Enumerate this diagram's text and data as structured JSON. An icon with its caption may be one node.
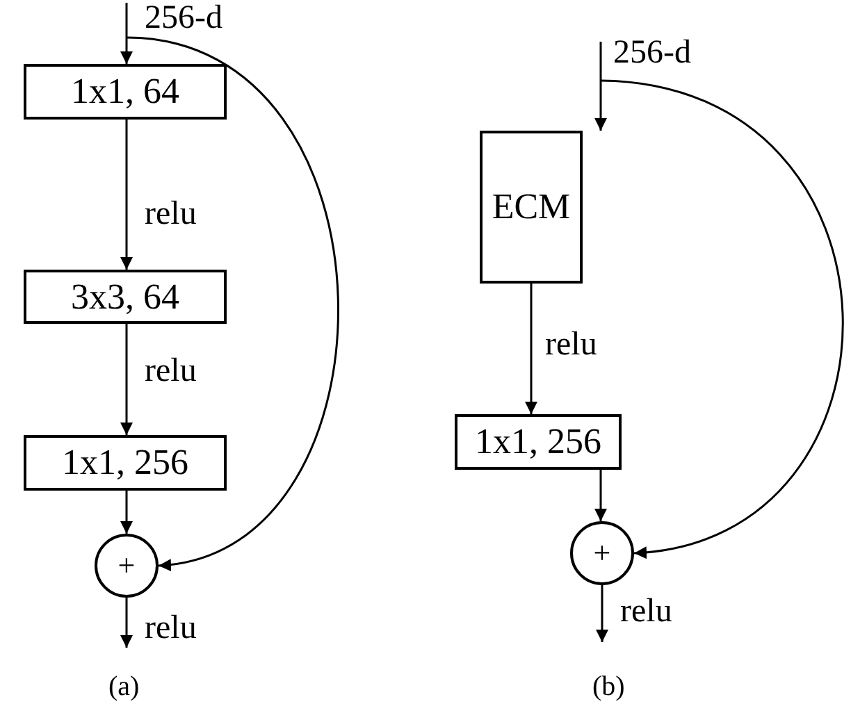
{
  "diagram": {
    "nodes": [
      {
        "text": [
          "1x1, 64"
        ]
      },
      {
        "text": [
          "3x3, 64"
        ]
      },
      {
        "text": [
          "1x1, 256"
        ]
      },
      {
        "text": [
          "+"
        ]
      },
      {
        "text": [
          "ECM"
        ]
      },
      {
        "text": [
          "1x1, 256"
        ]
      },
      {
        "text": [
          "+"
        ]
      }
    ],
    "edges": [
      {
        "from": null,
        "to": 0,
        "arrow": "to"
      },
      {
        "from": 0,
        "to": 1,
        "arrow": "to",
        "label": "relu"
      },
      {
        "from": 1,
        "to": 2,
        "arrow": "to",
        "label": "relu"
      },
      {
        "from": 2,
        "to": 3,
        "arrow": "to"
      },
      {
        "from": 3,
        "to": null,
        "arrow": "to",
        "label": "relu"
      },
      {
        "from": null,
        "to": 3,
        "arrow": "to"
      },
      {
        "from": null,
        "to": 4,
        "arrow": "to"
      },
      {
        "from": 4,
        "to": 5,
        "arrow": "to",
        "label": "relu"
      },
      {
        "from": 5,
        "to": 6,
        "arrow": "to"
      },
      {
        "from": 6,
        "to": null,
        "arrow": "to",
        "label": "relu"
      },
      {
        "from": null,
        "to": 6,
        "arrow": "to"
      }
    ],
    "labels": [
      "256-d",
      "256-d",
      "(a)",
      "(b)"
    ]
  }
}
